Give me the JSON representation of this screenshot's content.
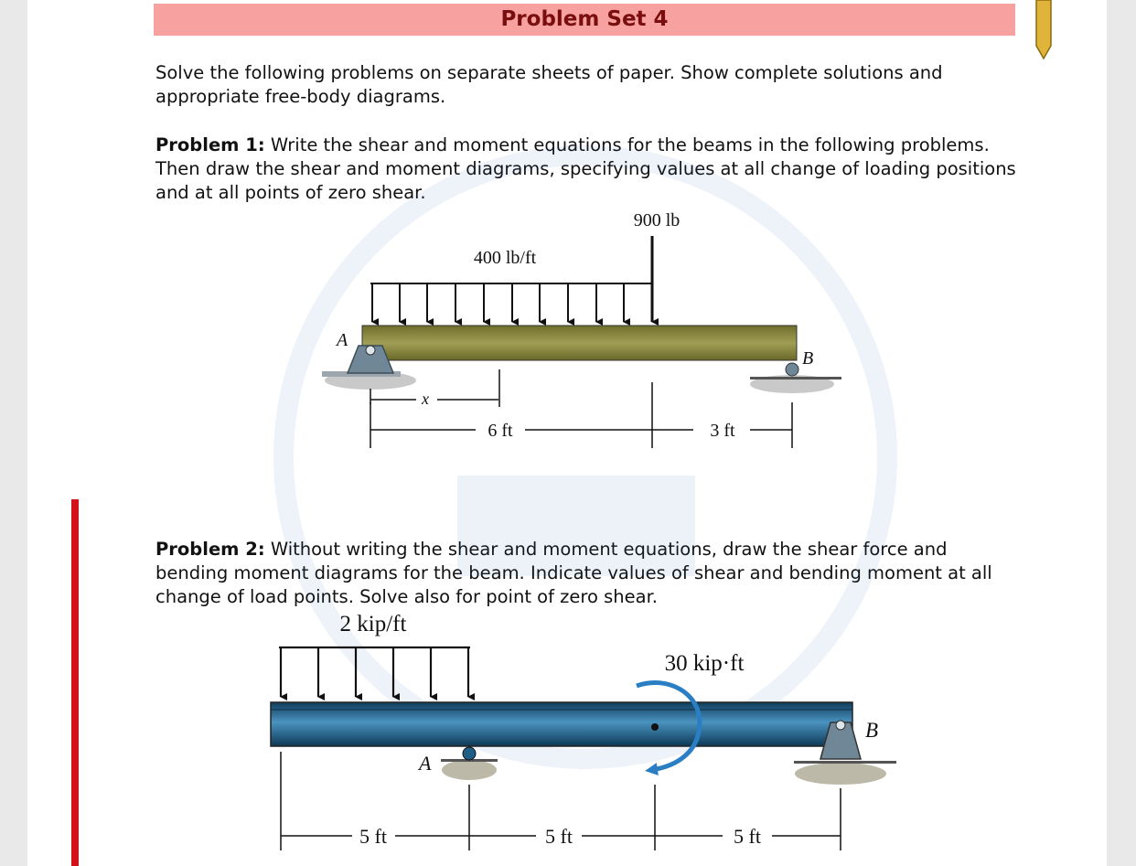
{
  "title": "Problem Set 4",
  "intro": "Solve the following problems on separate sheets of paper. Show complete solutions and appropriate free-body diagrams.",
  "problem1": {
    "label": "Problem 1:",
    "text": " Write the shear and moment equations for the beams in the following problems. Then draw the shear and moment diagrams, specifying values at all change of loading positions and at all points of zero shear.",
    "figure": {
      "point_load": "900 lb",
      "distributed_load": "400 lb/ft",
      "support_a": "A",
      "support_b": "B",
      "x_label": "x",
      "dim_1": "6 ft",
      "dim_2": "3 ft"
    }
  },
  "problem2": {
    "label": "Problem 2:",
    "text": " Without writing the shear and moment equations, draw the shear force and bending moment diagrams for the beam. Indicate values of shear and bending moment at all change of load points. Solve also for point of zero shear.",
    "figure": {
      "distributed_load": "2 kip/ft",
      "couple": "30 kip·ft",
      "support_a": "A",
      "support_b": "B",
      "dim_1": "5 ft",
      "dim_2": "5 ft",
      "dim_3": "5 ft"
    }
  },
  "colors": {
    "header_bar": "#f7a1a1",
    "title_text": "#7a0e0e",
    "left_rule": "#d4121b",
    "beam1": "#8b8a3c",
    "beam2": "#1f5f86",
    "couple_arrow": "#2a7fc4"
  }
}
